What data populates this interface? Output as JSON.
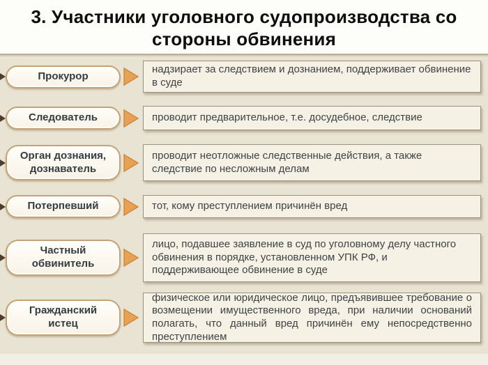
{
  "title": "3. Участники уголовного судопроизводства со стороны обвинения",
  "colors": {
    "panel_background": "#e9e3d4",
    "pill_border": "#c2a276",
    "pill_fill": "#fdfbf4",
    "description_fill": "#f5f1e4",
    "description_border": "#9a9180",
    "arrow_fill": "#e8a152",
    "arrow_stroke": "#cd8b3e",
    "connector": "#4d3d2a",
    "title_text": "#0d0d0d",
    "label_text": "#343c40",
    "description_text": "#3f4246"
  },
  "rows": [
    {
      "label": "Прокурор",
      "description": "надзирает за следствием и дознанием, поддерживает обвинение в суде"
    },
    {
      "label": "Следователь",
      "description": "проводит предварительное, т.е. досудебное, следствие"
    },
    {
      "label": "Орган дознания, дознаватель",
      "description": "проводит неотложные следственные действия, а также следствие по несложным делам"
    },
    {
      "label": "Потерпевший",
      "description": "тот, кому преступлением причинён вред"
    },
    {
      "label": "Частный обвинитель",
      "description": "лицо, подавшее заявление в суд по уголовному делу частного обвинения в порядке, установленном УПК РФ, и поддерживающее обвинение в суде"
    },
    {
      "label": "Гражданский истец",
      "description": "физическое или юридическое лицо, предъявившее требование о возмещении имущественного вреда, при наличии оснований полагать, что данный вред причинён ему непосредственно преступлением"
    }
  ]
}
